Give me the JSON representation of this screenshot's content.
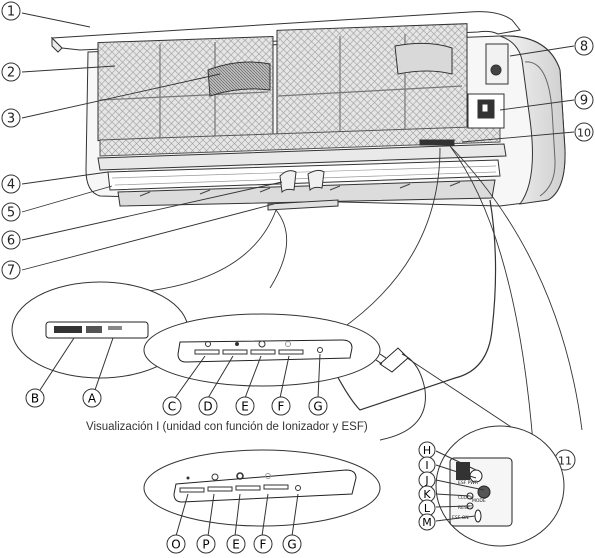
{
  "diagram": {
    "caption": "Visualización I (unidad con función de Ionizador y ESF)",
    "callouts_numbered": [
      "1",
      "2",
      "3",
      "4",
      "5",
      "6",
      "7",
      "8",
      "9",
      "10",
      "11"
    ],
    "callouts_lettered_a": [
      "A",
      "B"
    ],
    "callouts_lettered_panel": [
      "C",
      "D",
      "E",
      "F",
      "G"
    ],
    "callouts_lettered_panel2": [
      "O",
      "P",
      "E",
      "F",
      "G"
    ],
    "callouts_lettered_side": [
      "H",
      "I",
      "J",
      "K",
      "L",
      "M"
    ],
    "side_panel_labels": {
      "esf_power": "ESF PWR",
      "clock": "CLOCK",
      "mode": "MODE",
      "reset": "RESET",
      "esf_on": "ESF ON"
    }
  }
}
